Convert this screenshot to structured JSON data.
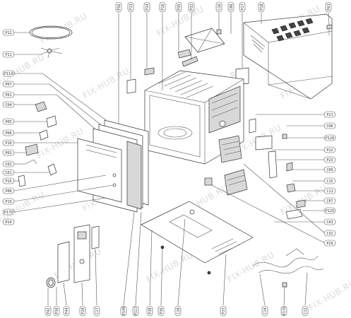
{
  "watermark": "FIX-HUB.RU",
  "callouts": {
    "top": [
      "P56",
      "P13",
      "P14",
      "P16",
      "P35",
      "P32",
      "C16",
      "C86",
      "P17",
      "P18",
      "P63"
    ],
    "left": [
      "P12",
      "P11",
      "P114",
      "P07",
      "P01",
      "C04",
      "P05",
      "P06",
      "P10",
      "P03",
      "C02",
      "C01",
      "P15",
      "P08",
      "P19",
      "P170",
      "P24"
    ],
    "right": [
      "P21",
      "C06",
      "P126",
      "P22",
      "P23",
      "C09",
      "C15",
      "C11",
      "C07",
      "P125",
      "C03",
      "C32",
      "P29"
    ],
    "bottom": [
      "P42",
      "P30",
      "P44",
      "P20",
      "C17",
      "P149",
      "P117",
      "P38",
      "P36",
      "C10",
      "P37",
      "C14",
      "P176",
      "C12"
    ]
  }
}
